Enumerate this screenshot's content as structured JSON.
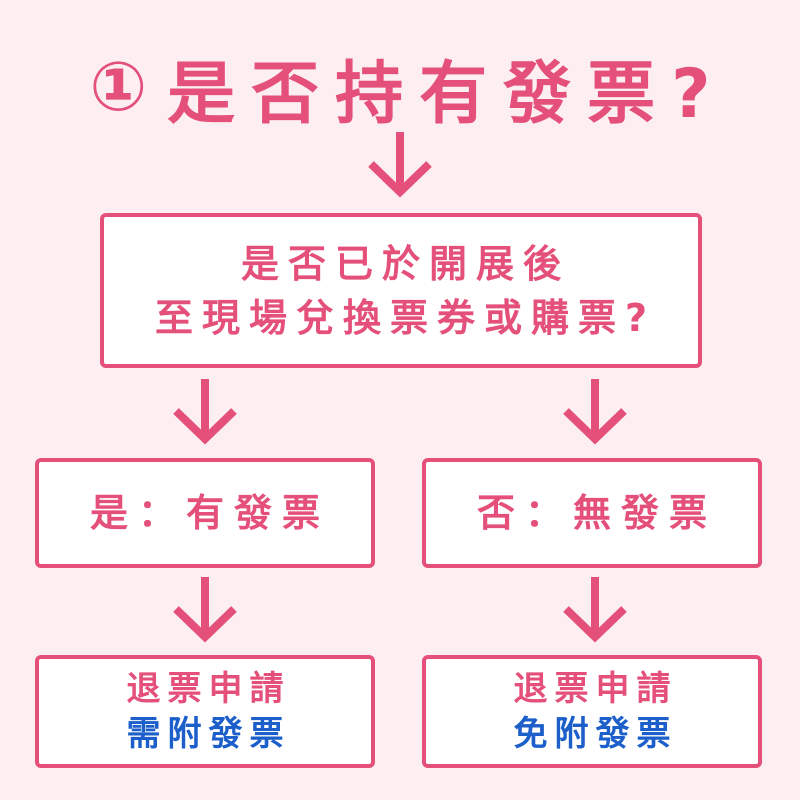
{
  "title": {
    "number": "①",
    "text": "是否持有發票?"
  },
  "question_box": {
    "lines": [
      "是否已於開展後",
      "至現場兌換票券或購票?"
    ]
  },
  "branches": [
    {
      "answer": "是：有發票",
      "action": "退票申請",
      "requirement": "需附發票"
    },
    {
      "answer": "否：無發票",
      "action": "退票申請",
      "requirement": "免附發票"
    }
  ],
  "icons": {
    "connector": "arrow-down-icon"
  },
  "colors": {
    "accent": "#e4507a",
    "blue": "#1c5fca",
    "background": "#fdeef1",
    "box_fill": "#ffffff"
  }
}
